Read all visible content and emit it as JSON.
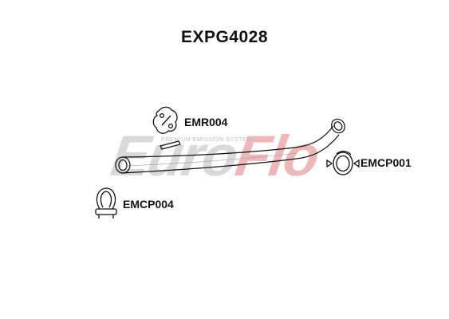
{
  "diagram": {
    "part_number": "EXPG4028",
    "brand_watermark": {
      "prefix": "Euro",
      "accent": "Flo",
      "tagline": "PREMIUM EMISSION SYSTEMS"
    },
    "components": [
      {
        "id": "pipe",
        "label": "",
        "icon": "exhaust-pipe-icon"
      },
      {
        "id": "mount",
        "label": "EMR004",
        "icon": "rubber-mount-icon"
      },
      {
        "id": "clamp1",
        "label": "EMCP001",
        "icon": "exhaust-clamp-icon"
      },
      {
        "id": "clamp2",
        "label": "EMCP004",
        "icon": "u-clamp-icon"
      }
    ],
    "colors": {
      "line": "#111111",
      "watermark_grey": "#d9d9d9",
      "watermark_red": "#efb8b8"
    }
  }
}
